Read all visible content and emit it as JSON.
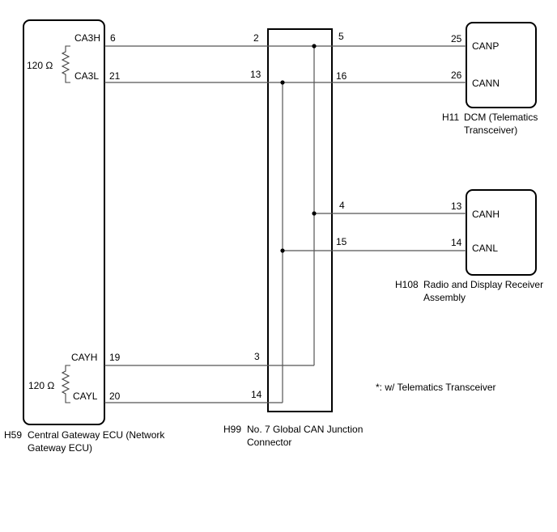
{
  "ecu": {
    "id": "H59",
    "name_line1": "Central Gateway ECU (Network",
    "name_line2": "Gateway ECU)",
    "resistor_top": "120 Ω",
    "resistor_bottom": "120 Ω",
    "pins": [
      {
        "signal": "CA3H",
        "number": "6"
      },
      {
        "signal": "CA3L",
        "number": "21"
      },
      {
        "signal": "CAYH",
        "number": "19"
      },
      {
        "signal": "CAYL",
        "number": "20"
      }
    ]
  },
  "junction": {
    "id": "H99",
    "name_line1": "No. 7 Global CAN Junction",
    "name_line2": "Connector",
    "pins_left": [
      "2",
      "13",
      "3",
      "14"
    ],
    "pins_right": [
      "5",
      "16",
      "4",
      "15"
    ]
  },
  "dcm": {
    "id": "H11",
    "name_line1": "DCM (Telematics",
    "name_line2": "Transceiver)",
    "pins": [
      {
        "signal": "CANP",
        "number": "25"
      },
      {
        "signal": "CANN",
        "number": "26"
      }
    ]
  },
  "radio": {
    "id": "H108",
    "name_line1": "Radio and Display Receiver",
    "name_line2": "Assembly",
    "pins": [
      {
        "signal": "CANH",
        "number": "13"
      },
      {
        "signal": "CANL",
        "number": "14"
      }
    ]
  },
  "note": "*: w/ Telematics Transceiver"
}
